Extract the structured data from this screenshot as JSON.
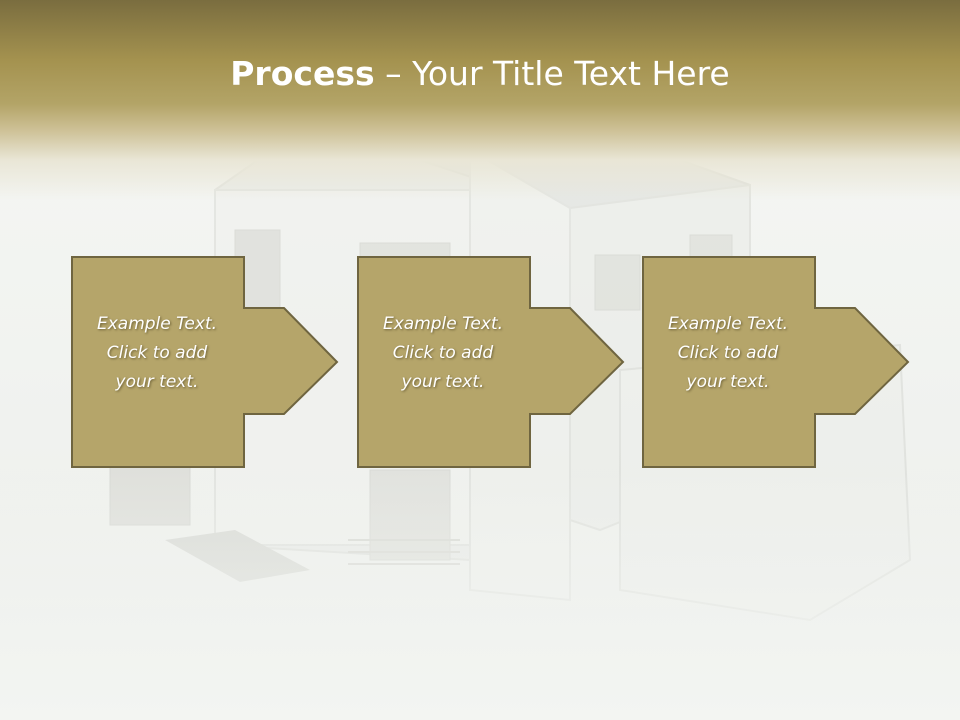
{
  "title": {
    "bold_part": "Process",
    "rest_part": " – Your Title Text Here"
  },
  "colors": {
    "band_dark": "#7a6d3f",
    "band_mid": "#b3a467",
    "box_fill": "#b5a56a",
    "box_stroke": "#6f6540",
    "text": "#ffffff"
  },
  "background_image": "house-icon",
  "steps": [
    {
      "line1": "Example Text.",
      "line2": "Click  to add",
      "line3": "your text."
    },
    {
      "line1": "Example Text.",
      "line2": "Click  to add",
      "line3": "your text."
    },
    {
      "line1": "Example Text.",
      "line2": "Click  to add",
      "line3": "your text."
    }
  ]
}
